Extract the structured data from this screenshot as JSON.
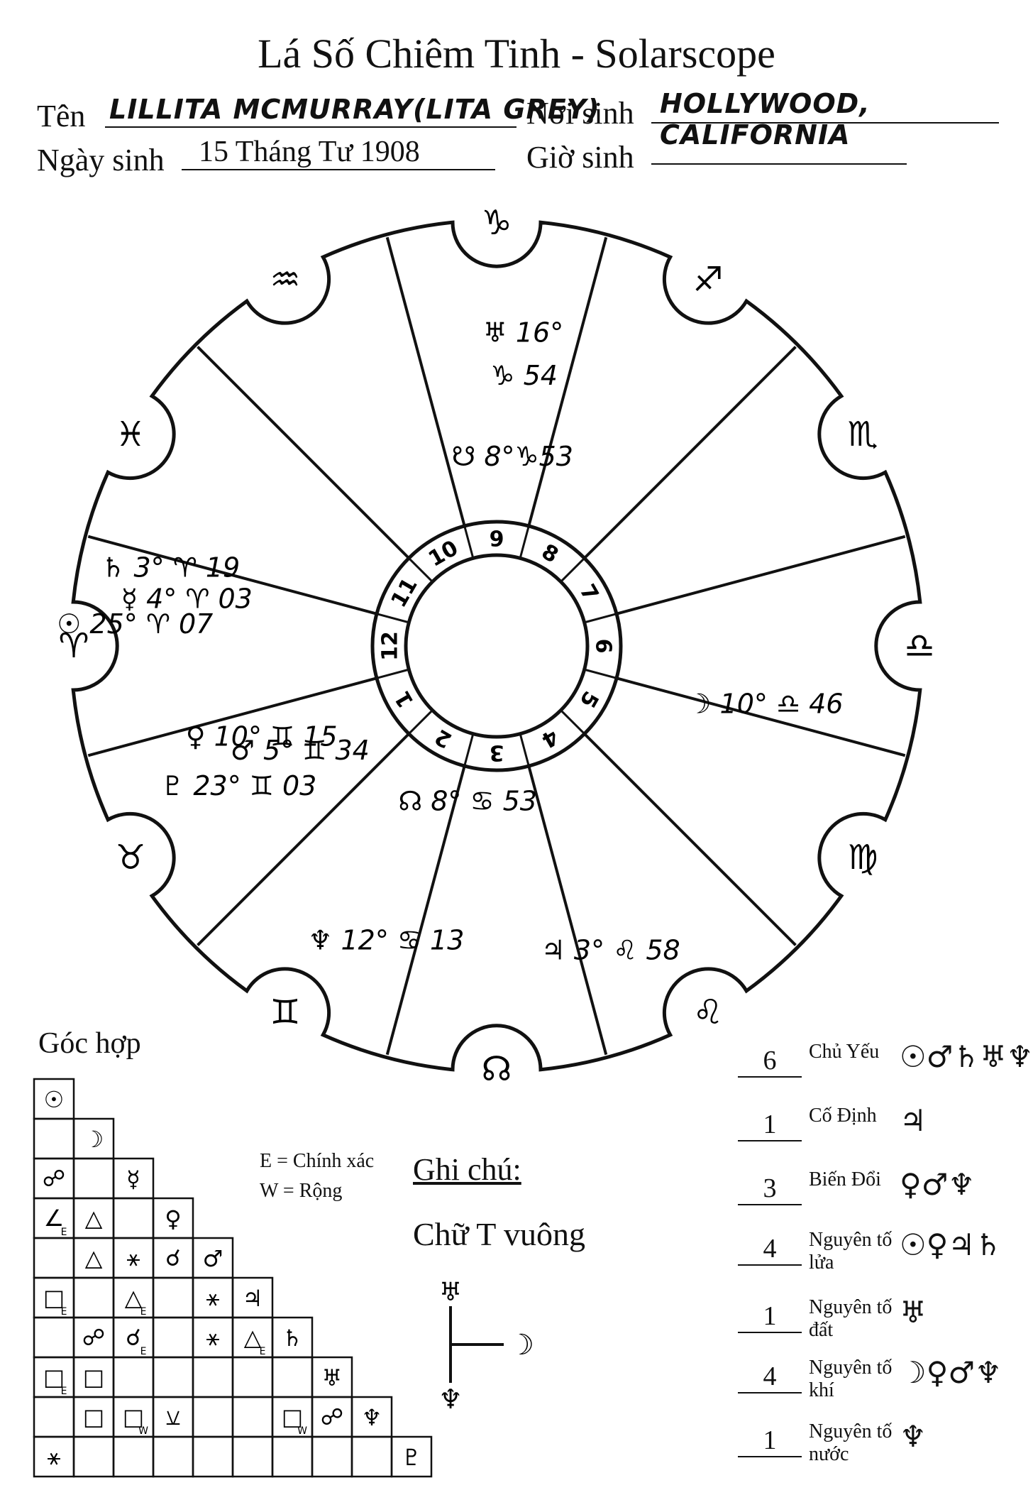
{
  "header": {
    "title": "Lá Số Chiêm Tinh - Solarscope",
    "name_label": "Tên",
    "name_value": "LILLITA MCMURRAY(LITA GREY)",
    "birthplace_label": "Nơi sinh",
    "birthplace_value": "HOLLYWOOD, CALIFORNIA",
    "birthdate_label": "Ngày sinh",
    "birthdate_value": "15 Tháng Tư 1908",
    "birthtime_label": "Giờ sinh",
    "birthtime_value": ""
  },
  "wheel": {
    "sign_glyphs": [
      "♑",
      "♐",
      "♏",
      "♎",
      "♍",
      "♌",
      "☊",
      "♊",
      "♉",
      "♈",
      "♓",
      "♒"
    ],
    "house_numbers": [
      "9",
      "8",
      "7",
      "6",
      "5",
      "4",
      "3",
      "2",
      "1",
      "12",
      "11",
      "10"
    ],
    "placements": [
      {
        "glyph": "♅",
        "text": "16°"
      },
      {
        "glyph": "♑",
        "text": "54"
      },
      {
        "glyph": "☋",
        "text": "8°♑53"
      },
      {
        "glyph": "☽",
        "text": "10° ♎ 46"
      },
      {
        "glyph": "♃",
        "text": "3° ♌ 58"
      },
      {
        "glyph": "♆",
        "text": "12° ♋ 13"
      },
      {
        "glyph": "☊",
        "text": "8° ♋ 53"
      },
      {
        "glyph": "♂",
        "text": "5° ♊ 34"
      },
      {
        "glyph": "♀",
        "text": "10° ♊ 15"
      },
      {
        "glyph": "♇",
        "text": "23° ♊ 03"
      },
      {
        "glyph": "☉",
        "text": "25° ♈ 07"
      },
      {
        "glyph": "♄",
        "text": "3° ♈ 19"
      },
      {
        "glyph": "☿",
        "text": "4° ♈ 03"
      }
    ]
  },
  "aspects": {
    "title": "Góc hợp",
    "legend_e": "E = Chính xác",
    "legend_w": "W = Rộng",
    "planets": [
      "☉",
      "☽",
      "☿",
      "♀",
      "♂",
      "♃",
      "♄",
      "♅",
      "♆",
      "♇"
    ],
    "cells": [
      {
        "row": 2,
        "col": 0,
        "sym": "☍"
      },
      {
        "row": 3,
        "col": 0,
        "sym": "∠",
        "sub": "E"
      },
      {
        "row": 3,
        "col": 1,
        "sym": "△"
      },
      {
        "row": 4,
        "col": 1,
        "sym": "△"
      },
      {
        "row": 4,
        "col": 2,
        "sym": "⚹"
      },
      {
        "row": 4,
        "col": 3,
        "sym": "☌"
      },
      {
        "row": 5,
        "col": 0,
        "sym": "□",
        "sub": "E"
      },
      {
        "row": 5,
        "col": 2,
        "sym": "△",
        "sub": "E"
      },
      {
        "row": 5,
        "col": 4,
        "sym": "⚹"
      },
      {
        "row": 6,
        "col": 1,
        "sym": "☍"
      },
      {
        "row": 6,
        "col": 2,
        "sym": "☌",
        "sub": "E"
      },
      {
        "row": 6,
        "col": 4,
        "sym": "⚹"
      },
      {
        "row": 6,
        "col": 5,
        "sym": "△",
        "sub": "E"
      },
      {
        "row": 7,
        "col": 0,
        "sym": "□",
        "sub": "E"
      },
      {
        "row": 7,
        "col": 1,
        "sym": "□"
      },
      {
        "row": 8,
        "col": 1,
        "sym": "□"
      },
      {
        "row": 8,
        "col": 2,
        "sym": "□",
        "sub": "W"
      },
      {
        "row": 8,
        "col": 3,
        "sym": "⚺"
      },
      {
        "row": 8,
        "col": 6,
        "sym": "□",
        "sub": "W"
      },
      {
        "row": 8,
        "col": 7,
        "sym": "☍"
      },
      {
        "row": 9,
        "col": 0,
        "sym": "⚹"
      }
    ]
  },
  "notes": {
    "title": "Ghi chú:",
    "text": "Chữ T vuông",
    "tsquare_glyphs": [
      "♅",
      "☽",
      "♆"
    ]
  },
  "counts": [
    {
      "num": "6",
      "label": "Chủ Yếu",
      "symbols": "☉♂♄♅♆"
    },
    {
      "num": "1",
      "label": "Cố Định",
      "symbols": "♃"
    },
    {
      "num": "3",
      "label": "Biến Đổi",
      "symbols": "♀♂♆"
    },
    {
      "num": "4",
      "label": "Nguyên tố lửa",
      "symbols": "☉♀♃♄"
    },
    {
      "num": "1",
      "label": "Nguyên tố đất",
      "symbols": "♅"
    },
    {
      "num": "4",
      "label": "Nguyên tố khí",
      "symbols": "☽♀♂♆"
    },
    {
      "num": "1",
      "label": "Nguyên tố nước",
      "symbols": "♆"
    }
  ]
}
